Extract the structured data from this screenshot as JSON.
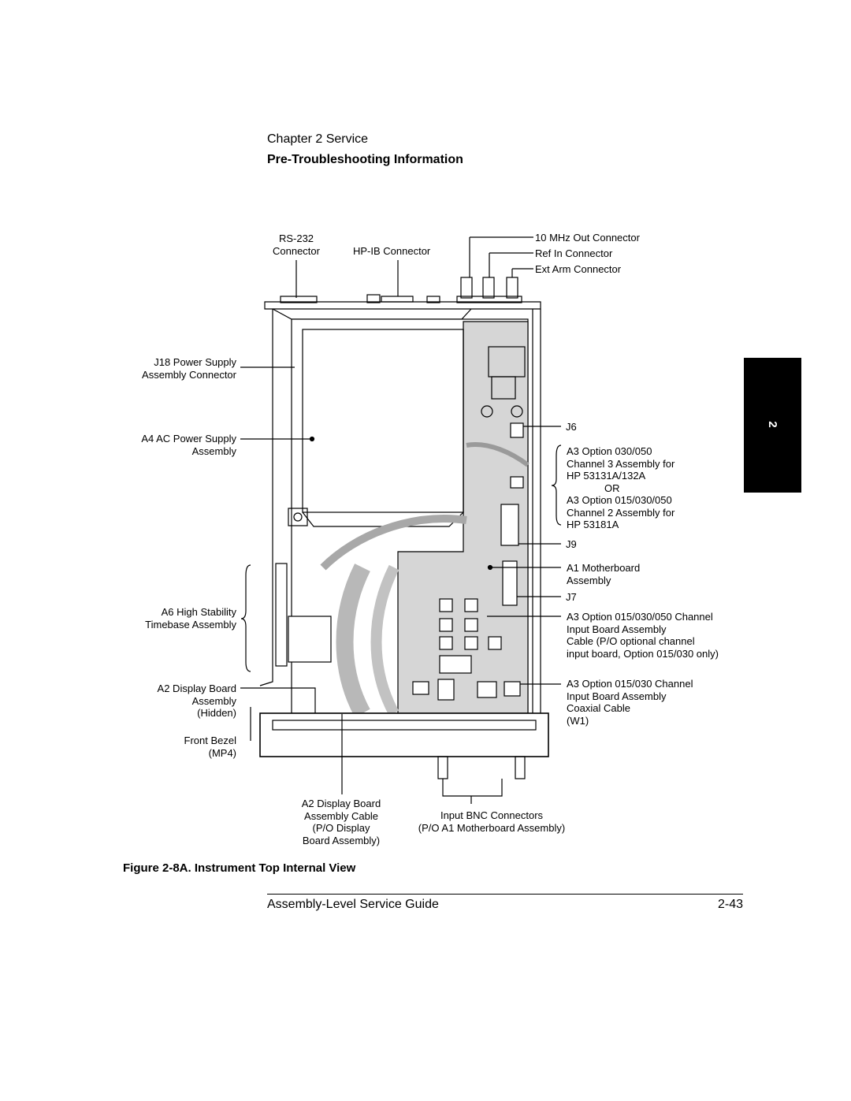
{
  "header": {
    "chapter": "Chapter 2  Service",
    "section": "Pre-Troubleshooting Information"
  },
  "side_tab": {
    "label": "2"
  },
  "figure": {
    "labels": {
      "rs232": [
        "RS-232",
        "Connector"
      ],
      "hpib": [
        "HP-IB Connector"
      ],
      "mhz10": [
        "10 MHz Out Connector"
      ],
      "refin": [
        "Ref In Connector"
      ],
      "extarm": [
        "Ext Arm Connector"
      ],
      "j18": [
        "J18 Power Supply",
        "Assembly Connector"
      ],
      "a4": [
        "A4 AC Power Supply",
        "Assembly"
      ],
      "a6": [
        "A6 High Stability",
        "Timebase Assembly"
      ],
      "a2": [
        "A2 Display Board",
        "Assembly",
        "(Hidden)"
      ],
      "bezel": [
        "Front Bezel",
        "(MP4)"
      ],
      "j6": [
        "J6"
      ],
      "a3_channel": [
        "A3 Option 030/050",
        "Channel 3 Assembly for",
        "HP 53131A/132A",
        "OR",
        "A3 Option 015/030/050",
        "Channel 2 Assembly for",
        "HP 53181A"
      ],
      "j9": [
        "J9"
      ],
      "a1": [
        "A1 Motherboard",
        "Assembly"
      ],
      "j7": [
        "J7"
      ],
      "a3_cable": [
        "A3 Option 015/030/050 Channel",
        "Input Board Assembly",
        "Cable (P/O optional channel",
        "input board, Option 015/030 only)"
      ],
      "a3_coax": [
        "A3 Option 015/030 Channel",
        "Input Board Assembly",
        "Coaxial Cable",
        "(W1)"
      ],
      "a2_cable": [
        "A2 Display Board",
        "Assembly Cable",
        "(P/O Display",
        "Board Assembly)"
      ],
      "bnc": [
        "Input BNC Connectors",
        "(P/O A1 Motherboard Assembly)"
      ]
    },
    "caption": "Figure 2-8A. Instrument Top Internal View"
  },
  "footer": {
    "title": "Assembly-Level Service Guide",
    "page": "2-43"
  }
}
